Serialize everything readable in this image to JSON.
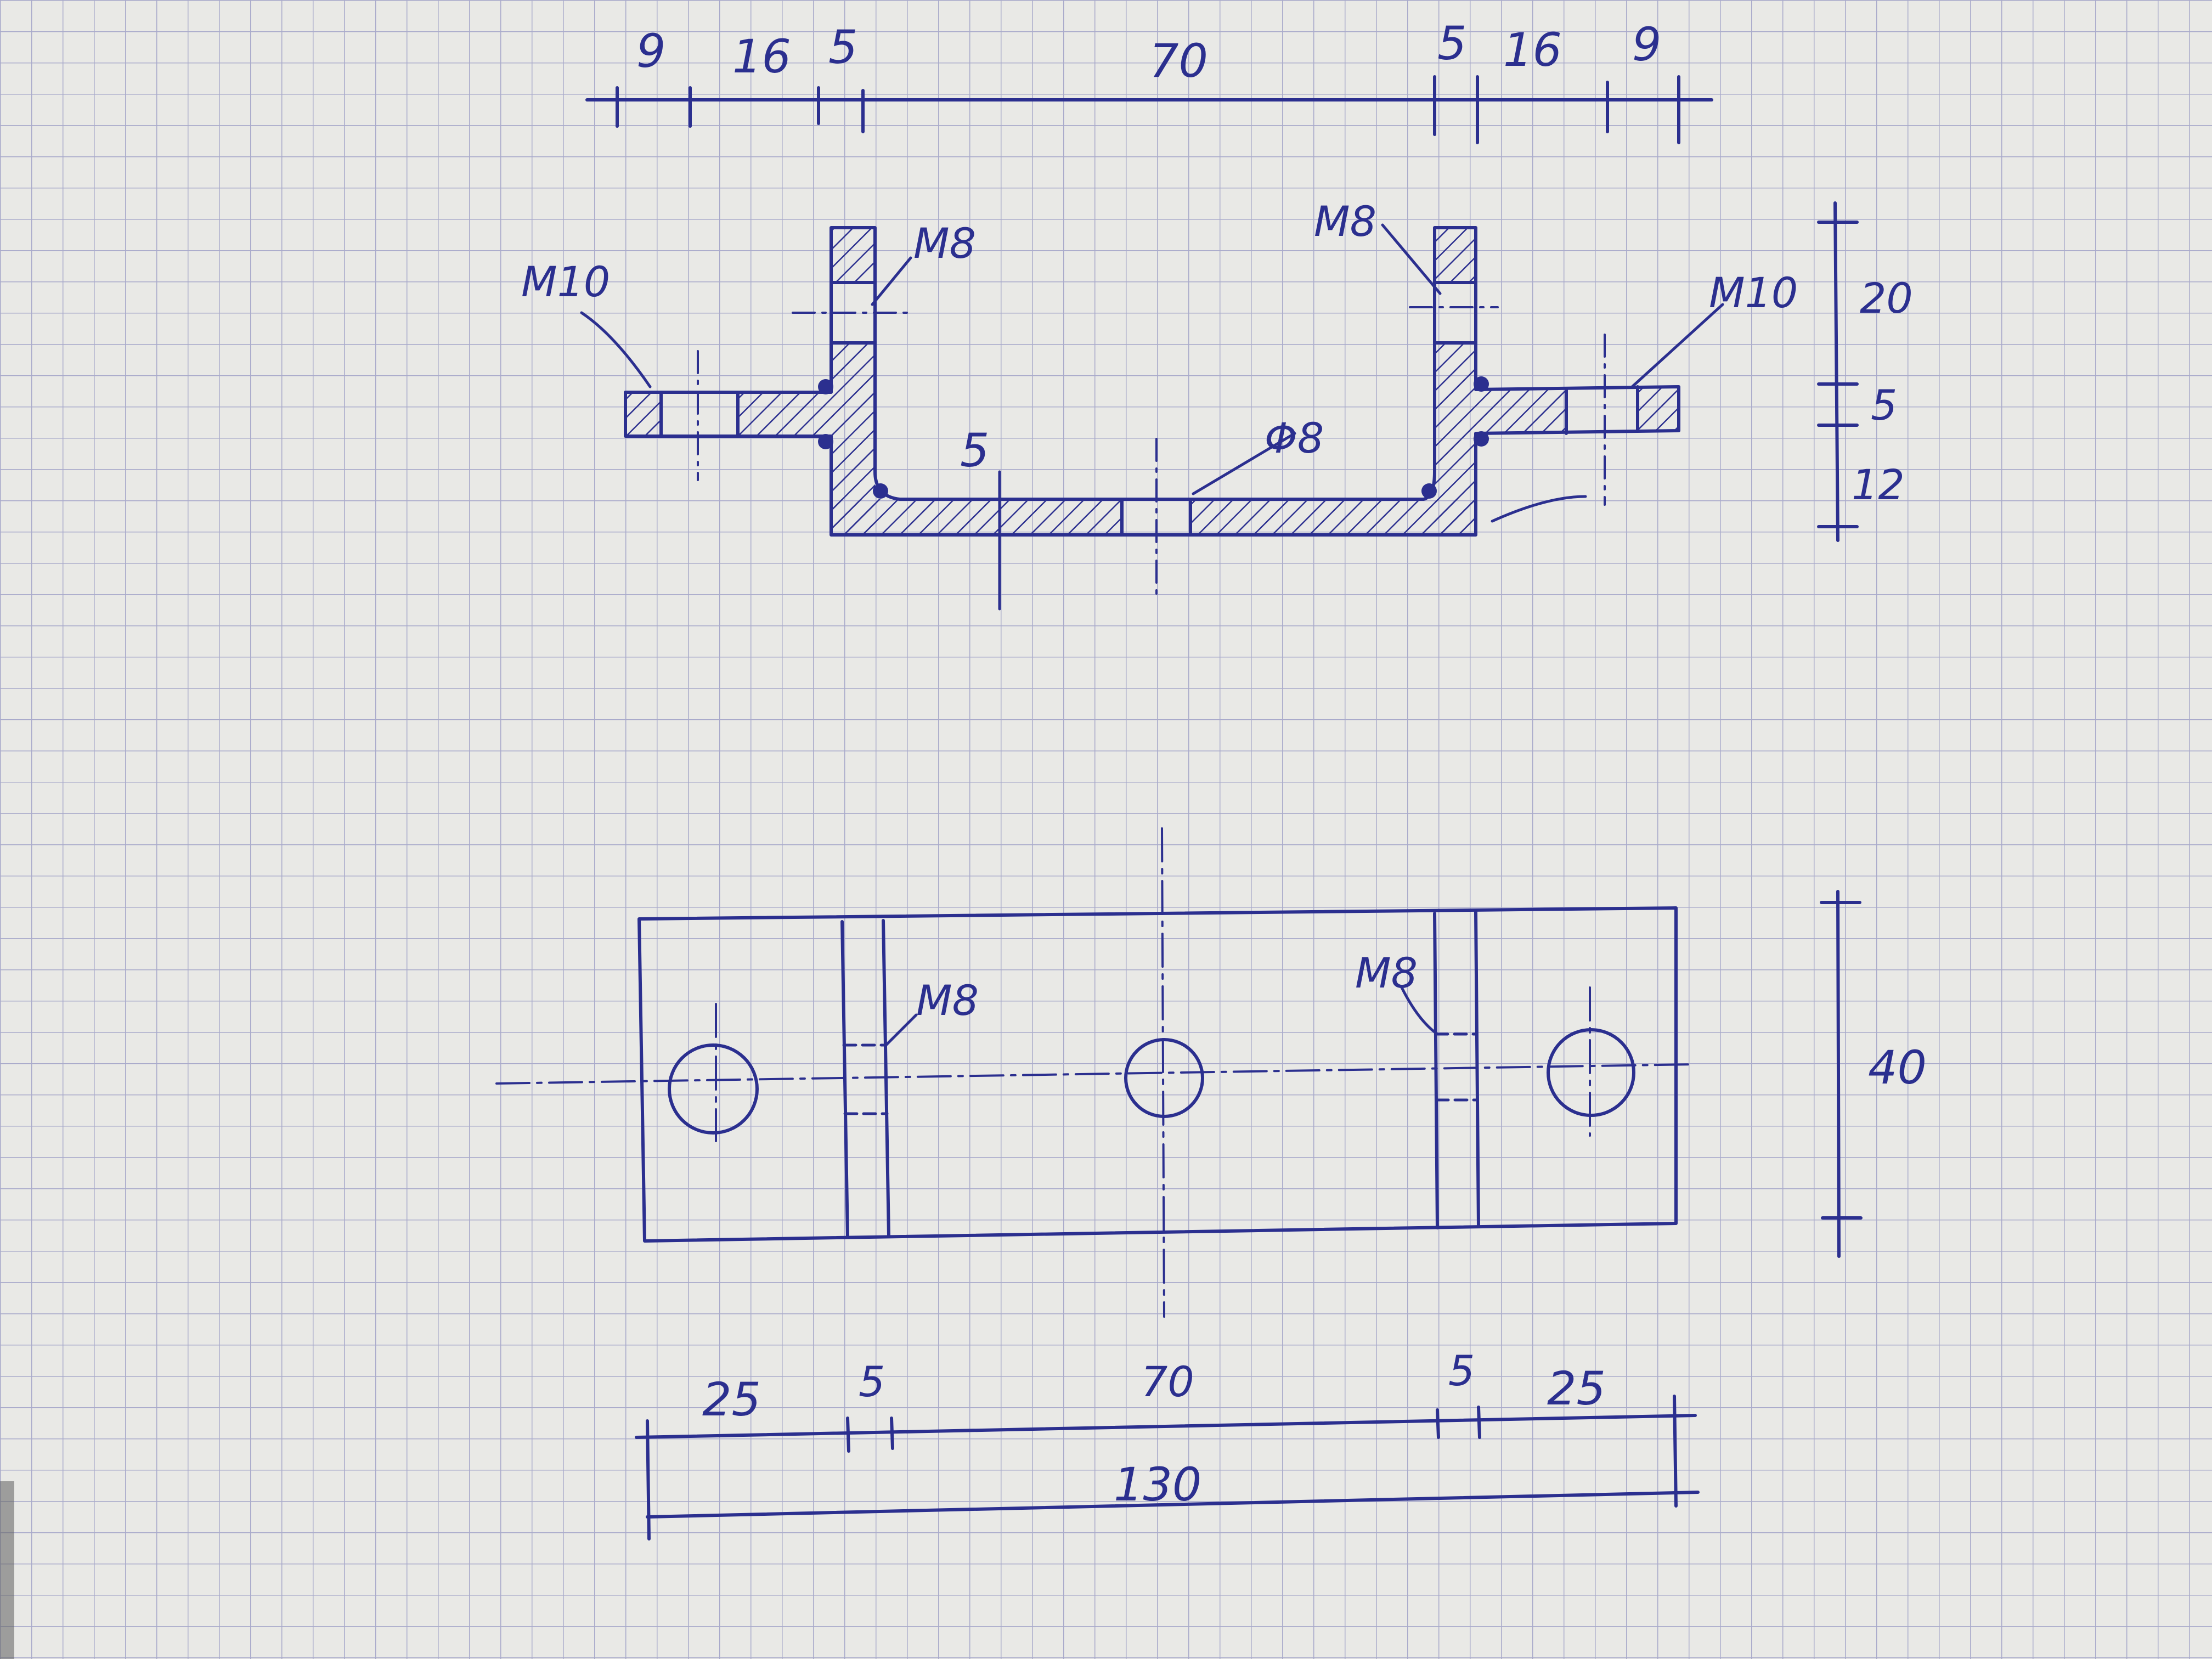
{
  "colors": {
    "paper": "#e9e9e6",
    "grid": "#a9aacb",
    "ink": "#2b2f8f",
    "edge_shadow": "#5f5f5f"
  },
  "section_view": {
    "top_dims": [
      "9",
      "16",
      "5",
      "70",
      "5",
      "16",
      "9"
    ],
    "right_dims": [
      "20",
      "5",
      "12"
    ],
    "callouts": {
      "m10_left": "M10",
      "m8_left": "M8",
      "m8_right": "M8",
      "m10_right": "M10",
      "hole": "Φ8",
      "thickness": "5"
    }
  },
  "plan_view": {
    "callouts": {
      "m8_left": "M8",
      "m8_right": "M8"
    },
    "height_dim": "40",
    "bottom_dims": [
      "25",
      "5",
      "70",
      "5",
      "25"
    ],
    "overall": "130"
  }
}
